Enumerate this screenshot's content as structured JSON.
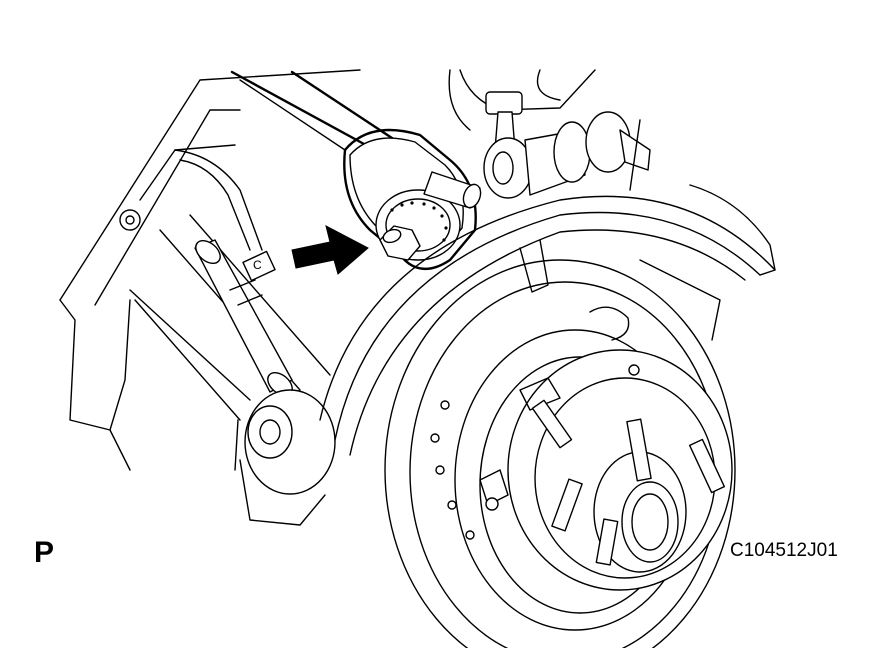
{
  "figure": {
    "view_letter": "P",
    "figure_code": "C104512J01",
    "part_mark": "C",
    "callout": "arrow-pointing-to-nut"
  },
  "colors": {
    "line": "#000000",
    "background": "#ffffff"
  }
}
